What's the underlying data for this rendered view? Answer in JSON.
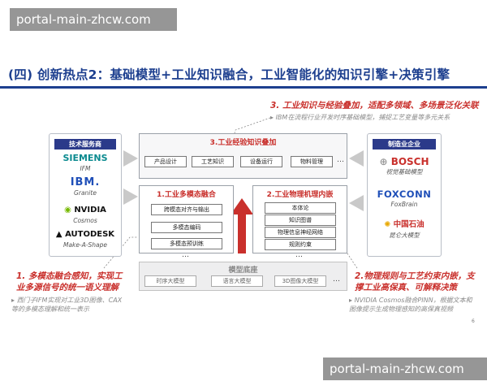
{
  "watermark": {
    "top": "portal-main-zhcw.com",
    "bottom": "portal-main-zhcw.com"
  },
  "title": "(四) 创新热点2：基础模型+工业知识融合，工业智能化的知识引擎+决策引擎",
  "annotations": {
    "top_right": {
      "head": "3. 工业知识与经验叠加，适配多领域、多场景泛化关联",
      "sub": "IBM在流程行业开发时序基础模型，捕捉工艺变量等多元关系"
    },
    "left": {
      "head": "1. 多模态融合感知，实现工业多源信号的统一语义理解",
      "sub": "西门子IFM实现对工业3D图像、CAX等的多模态理解和统一表示"
    },
    "right": {
      "head": "2.物理规则与工艺约束内嵌，支撑工业高保真、可解释决策",
      "sub": "NVIDIA Cosmos融合PINN，根据文本和图像提示生成物理感知的高保真视频"
    }
  },
  "left_panel": {
    "header": "技术服务商",
    "vendors": [
      {
        "logo": "SIEMENS",
        "caption": "IFM",
        "icon": "siemens-logo"
      },
      {
        "logo": "IBM.",
        "caption": "Granite",
        "icon": "ibm-logo"
      },
      {
        "logo": "NVIDIA",
        "caption": "Cosmos",
        "icon": "nvidia-logo"
      },
      {
        "logo": "AUTODESK",
        "caption": "Make-A-Shape",
        "icon": "autodesk-logo"
      }
    ]
  },
  "right_panel": {
    "header": "制造业企业",
    "vendors": [
      {
        "logo": "BOSCH",
        "caption": "视觉基础模型",
        "icon": "bosch-logo"
      },
      {
        "logo": "FOXCONN",
        "caption": "FoxBrain",
        "icon": "foxconn-logo"
      },
      {
        "logo": "中国石油",
        "caption": "昆仑大模型",
        "icon": "petrochina-logo"
      }
    ]
  },
  "knowledge_layer": {
    "title": "3.工业经验知识叠加",
    "items": [
      "产品设计",
      "工艺知识",
      "设备运行",
      "物料管理"
    ],
    "more": "…"
  },
  "fusion_layer": {
    "title": "1.工业多模态融合",
    "items": [
      "跨模态对齐与输出",
      "多模态编码",
      "多模态预训练"
    ],
    "more": "…"
  },
  "physics_layer": {
    "title": "2.工业物理机理内嵌",
    "items": [
      "本体论",
      "知识图谱",
      "物理信息神经网络",
      "规则约束"
    ],
    "more": "…"
  },
  "base_layer": {
    "title": "模型底座",
    "items": [
      "时序大模型",
      "语言大模型",
      "3D图像大模型"
    ],
    "more": "…"
  },
  "page_number": "6",
  "colors": {
    "title_blue": "#1d3f8f",
    "accent_red": "#c9302c",
    "panel_header": "#2b3a8a"
  }
}
